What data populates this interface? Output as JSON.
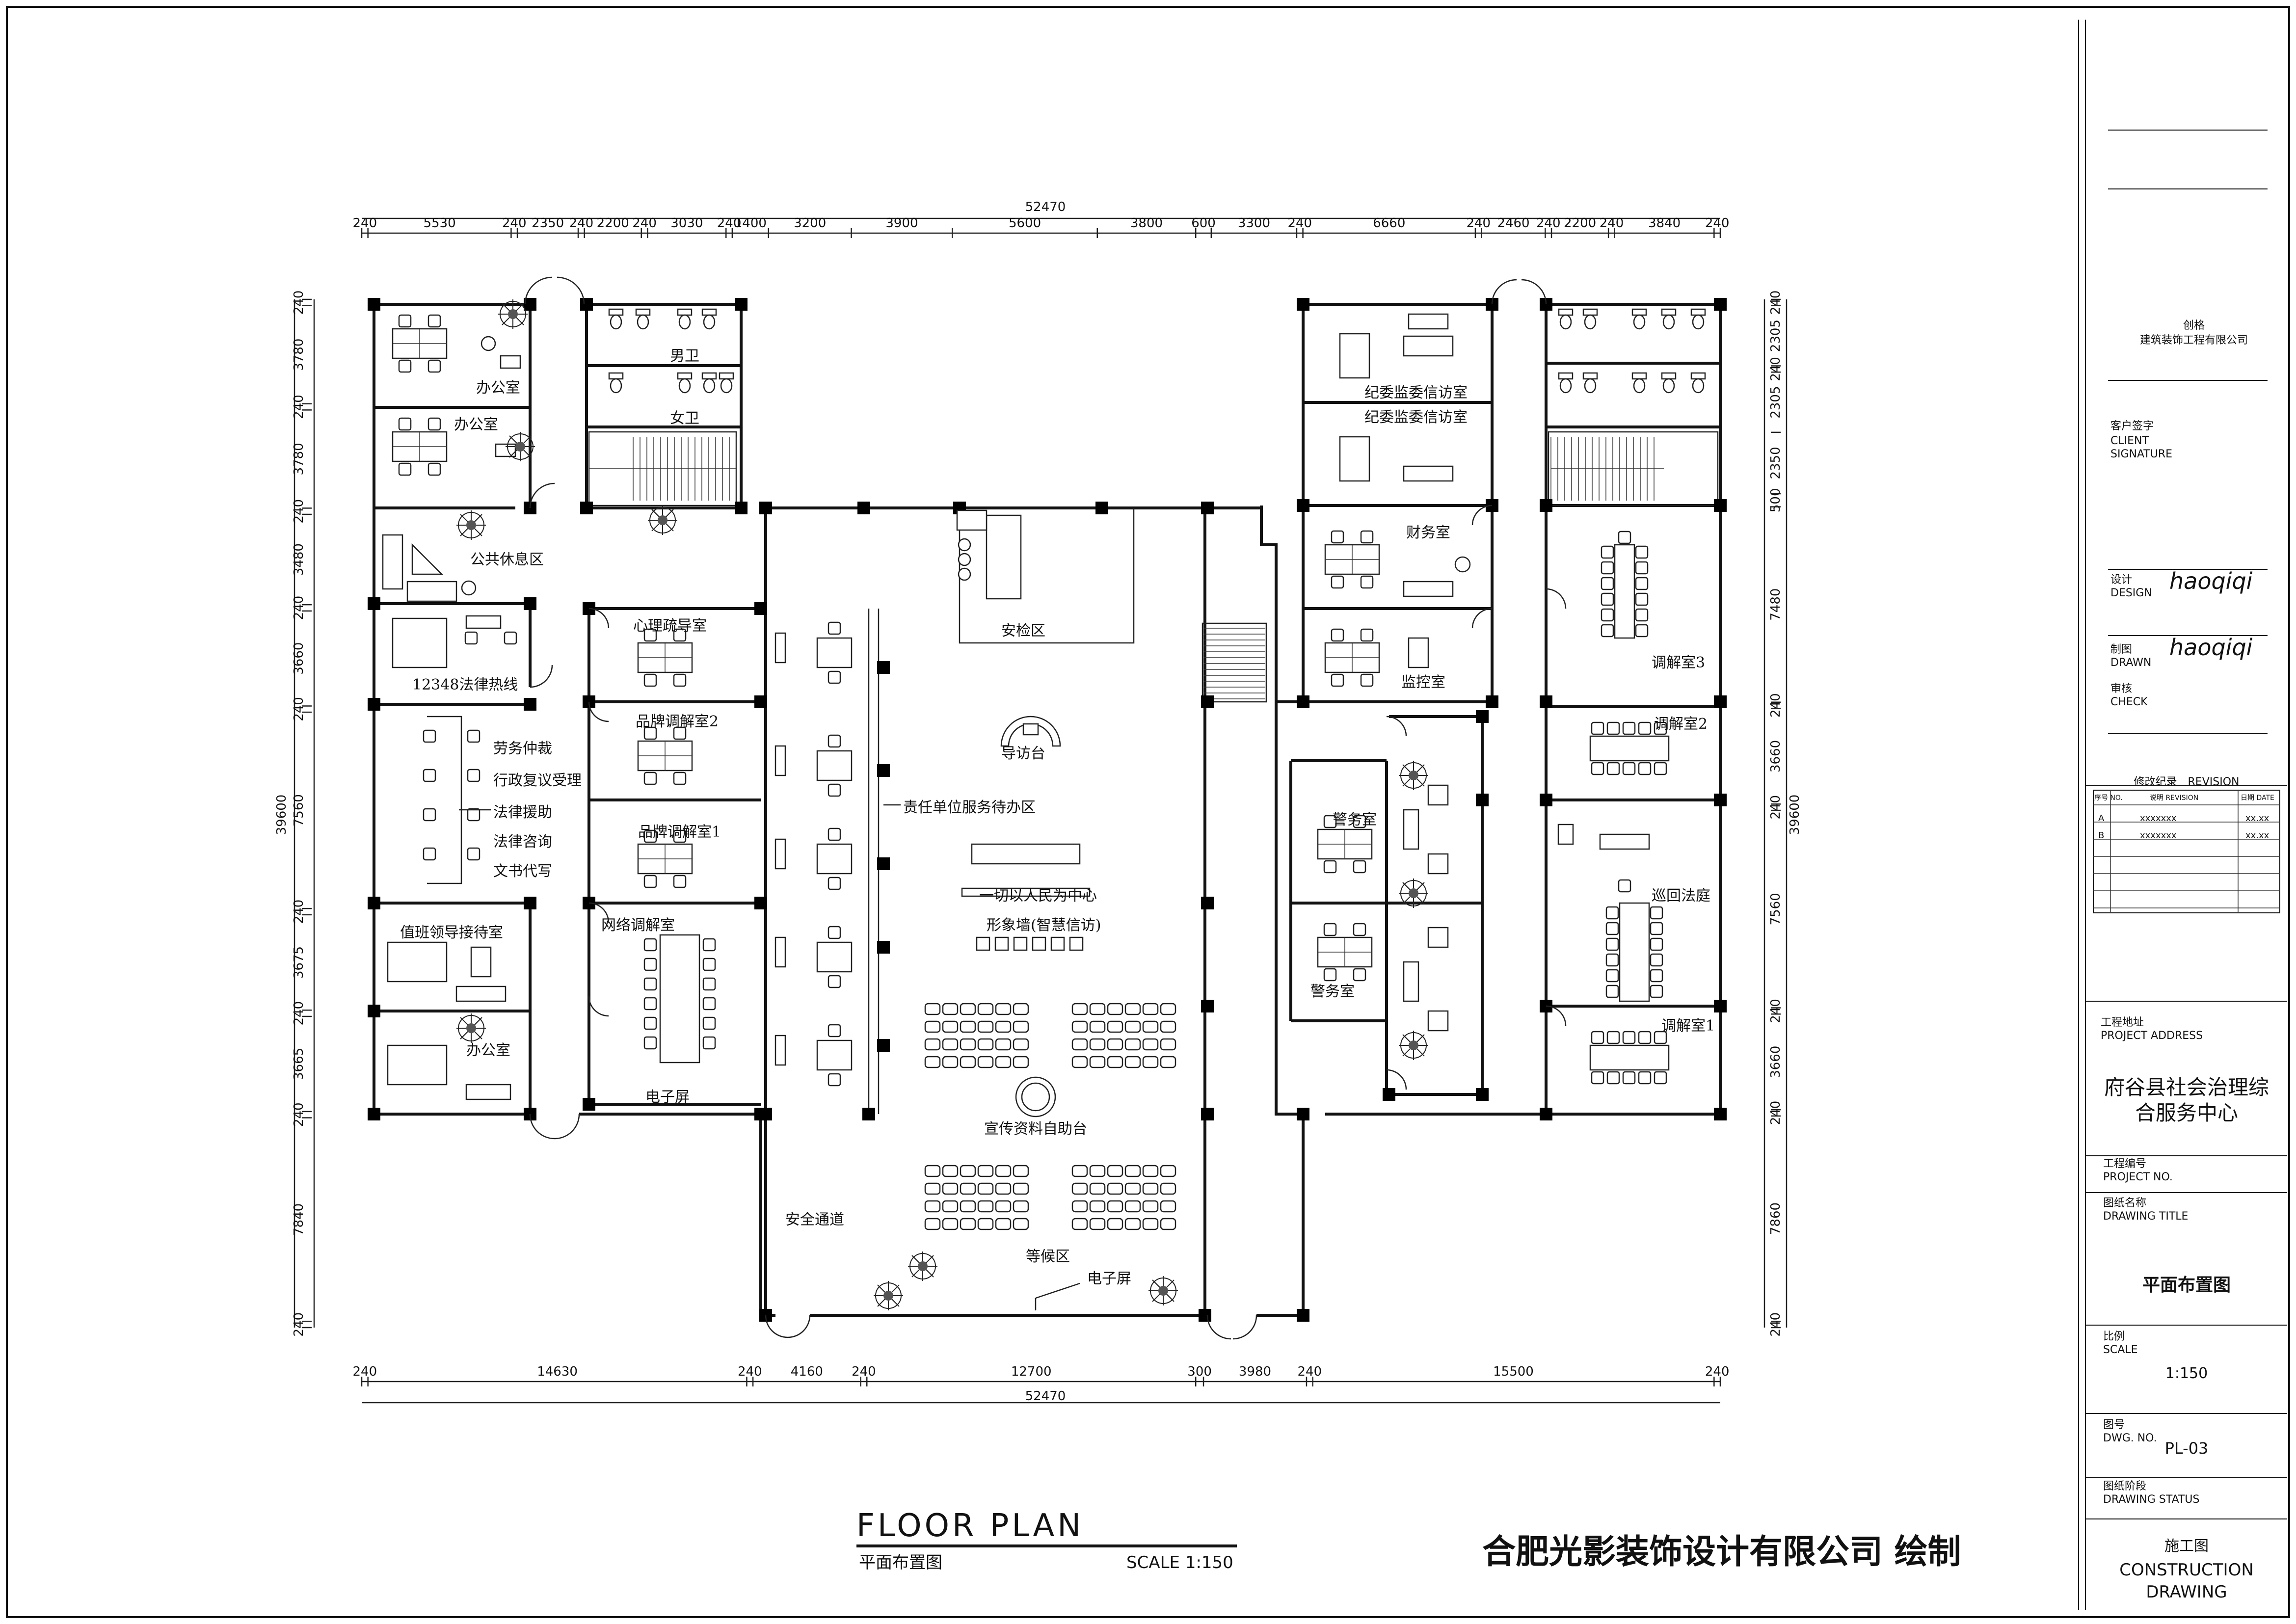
{
  "drawing": {
    "title_en": "FLOOR PLAN",
    "title_cn": "平面布置图",
    "scale_label": "SCALE 1:150",
    "firm_signature": "合肥光影装饰设计有限公司 绘制"
  },
  "dimensions": {
    "overall_width": "52470",
    "overall_depth": "39600",
    "top_segments": [
      "240",
      "5530",
      "240",
      "2350",
      "240",
      "2200",
      "240",
      "3030",
      "240",
      "1400",
      "3200",
      "3900",
      "5600",
      "3800",
      "600",
      "3300",
      "240",
      "6660",
      "240",
      "2460",
      "240",
      "2200",
      "240",
      "3840",
      "240"
    ],
    "bottom_segments": [
      "240",
      "14630",
      "240",
      "4160",
      "240",
      "12700",
      "300",
      "3980",
      "240",
      "15500",
      "240"
    ],
    "left_segments": [
      "240",
      "3780",
      "240",
      "3780",
      "240",
      "3480",
      "240",
      "3660",
      "240",
      "7560",
      "240",
      "3675",
      "240",
      "3665",
      "240",
      "7840",
      "240"
    ],
    "right_segments": [
      "240",
      "2305",
      "240",
      "2305",
      "2350",
      "500",
      "7480",
      "240",
      "3660",
      "240",
      "7560",
      "240",
      "3660",
      "240",
      "7860",
      "240"
    ]
  },
  "rooms": {
    "office_1": "办公室",
    "office_2": "办公室",
    "mens_wc": "男卫",
    "womens_wc": "女卫",
    "lounge": "公共休息区",
    "hotline": "12348法律热线",
    "labor_arbitration": "劳务仲裁",
    "admin_review": "行政复议受理",
    "legal_aid": "法律援助",
    "legal_consult": "法律咨询",
    "document_writing": "文书代写",
    "duty_reception": "值班领导接待室",
    "office_3": "办公室",
    "psych_room": "心理疏导室",
    "brand_mediation_2": "品牌调解室2",
    "brand_mediation_1": "品牌调解室1",
    "network_mediation": "网络调解室",
    "e_screen_left": "电子屏",
    "safety_passage": "安全通道",
    "security_check": "安检区",
    "guide_desk": "导访台",
    "duty_office": "责任单位服务待办区",
    "slogan": "一切以人民为中心",
    "image_wall": "形象墙(智慧信访)",
    "self_service": "宣传资料自助台",
    "waiting_area": "等候区",
    "e_screen_center": "电子屏",
    "discipline_1": "纪委监委信访室",
    "discipline_2": "纪委监委信访室",
    "finance": "财务室",
    "monitoring": "监控室",
    "police_1": "警务室",
    "police_2": "警务室",
    "mediation_3": "调解室3",
    "mediation_2": "调解室2",
    "circuit_court": "巡回法庭",
    "mediation_1": "调解室1"
  },
  "title_block": {
    "company_line1": "创格",
    "company_line2": "建筑装饰工程有限公司",
    "client_cn": "客户签字",
    "client_en1": "CLIENT",
    "client_en2": "SIGNATURE",
    "design_cn": "设计",
    "design_en": "DESIGN",
    "design_sig": "haoqiqi",
    "drawn_cn": "制图",
    "drawn_en": "DRAWN",
    "drawn_sig": "haoqiqi",
    "check_cn": "审核",
    "check_en": "CHECK",
    "revision_header": "修改纪录　REVISION",
    "rev_col_no": "序号 NO.",
    "rev_col_desc": "说明 REVISION",
    "rev_col_date": "日期 DATE",
    "revisions": [
      {
        "no": "A",
        "desc": "xxxxxxx",
        "date": "xx.xx"
      },
      {
        "no": "B",
        "desc": "xxxxxxx",
        "date": "xx.xx"
      }
    ],
    "address_cn": "工程地址",
    "address_en": "PROJECT ADDRESS",
    "project_name_1": "府谷县社会治理综",
    "project_name_2": "合服务中心",
    "project_no_cn": "工程编号",
    "project_no_en": "PROJECT NO.",
    "drawing_title_cn": "图纸名称",
    "drawing_title_en": "DRAWING TITLE",
    "drawing_title_value": "平面布置图",
    "scale_cn": "比例",
    "scale_en": "SCALE",
    "scale_value": "1:150",
    "dwg_no_cn": "图号",
    "dwg_no_en": "DWG. NO.",
    "dwg_no_value": "PL-03",
    "status_cn": "图纸阶段",
    "status_en": "DRAWING STATUS",
    "status_value_cn": "施工图",
    "status_value_en1": "CONSTRUCTION",
    "status_value_en2": "DRAWING"
  }
}
